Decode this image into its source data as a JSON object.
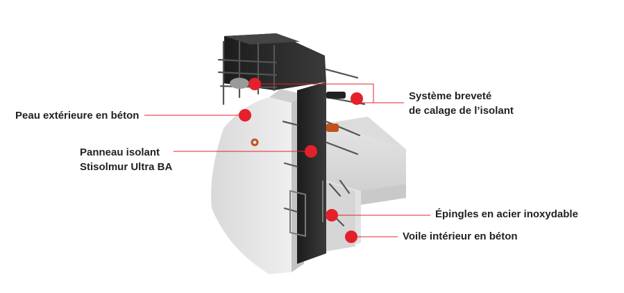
{
  "labels": {
    "peau": "Peau extérieure en béton",
    "panneau_line1": "Panneau isolant",
    "panneau_line2": "Stisolmur Ultra BA",
    "systeme_line1": "Système breveté",
    "systeme_line2": "de calage de l’isolant",
    "epingles": "Épingles en acier inoxydable",
    "voile": "Voile intérieur en béton"
  },
  "colors": {
    "marker": "#e4202a",
    "leader": "#e4202a",
    "concrete_light": "#e6e6e6",
    "concrete_dark": "#bdbdbd",
    "insulation": "#2a2a2a"
  }
}
